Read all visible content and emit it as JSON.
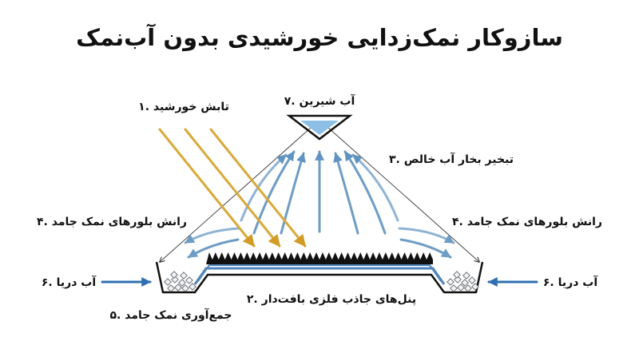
{
  "title": "سازوکار نمک‌زدایی خورشیدی بدون آب‌نمک",
  "labels": {
    "sunlight": "۱. تابش خورشید",
    "panel": "۲. پنل‌های جاذب فلزی بافت‌دار",
    "evaporation": "۳. تبخیر بخار آب خالص",
    "salt_push_left": "۴. رانش بلورهای نمک جامد",
    "salt_push_right": "۴. رانش بلورهای نمک جامد",
    "salt_collect": "۵. جمع‌آوری نمک جامد",
    "seawater_left": "۶. آب دریا",
    "seawater_right": "۶. آب دریا",
    "fresh_water": "۷. آب شیرین"
  },
  "colors": {
    "sunlight": "#d9a93a",
    "vapor": "#6e9cc4",
    "seawater_arrow": "#2f6fb0",
    "fresh_water": "#8dbfe6",
    "panel_blue": "#4f86bd",
    "panel_black": "#111111"
  },
  "icons": [
    "salt-crystal-icon"
  ]
}
